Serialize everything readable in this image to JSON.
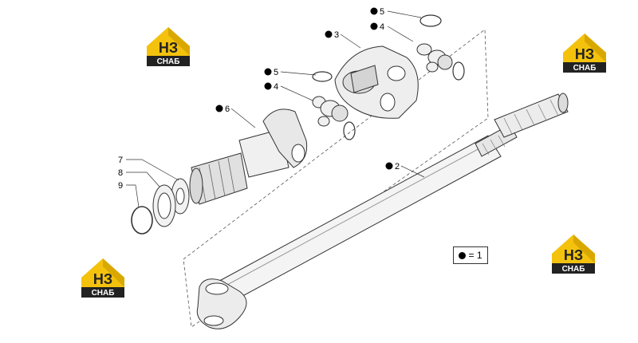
{
  "logo": {
    "letters": "НЗ",
    "text": "СНАБ",
    "colors": {
      "yellow": "#f4c20d",
      "dark": "#222222"
    }
  },
  "callouts": [
    {
      "id": "c5a",
      "number": "5",
      "bullet": true
    },
    {
      "id": "c3",
      "number": "3",
      "bullet": true
    },
    {
      "id": "c4a",
      "number": "4",
      "bullet": true
    },
    {
      "id": "c5b",
      "number": "5",
      "bullet": true
    },
    {
      "id": "c4b",
      "number": "4",
      "bullet": true
    },
    {
      "id": "c6",
      "number": "6",
      "bullet": true
    },
    {
      "id": "c2",
      "number": "2",
      "bullet": true
    },
    {
      "id": "c7",
      "number": "7",
      "bullet": false
    },
    {
      "id": "c8",
      "number": "8",
      "bullet": false
    },
    {
      "id": "c9",
      "number": "9",
      "bullet": false
    }
  ],
  "legend": {
    "symbol": "●",
    "text": "= 1"
  }
}
